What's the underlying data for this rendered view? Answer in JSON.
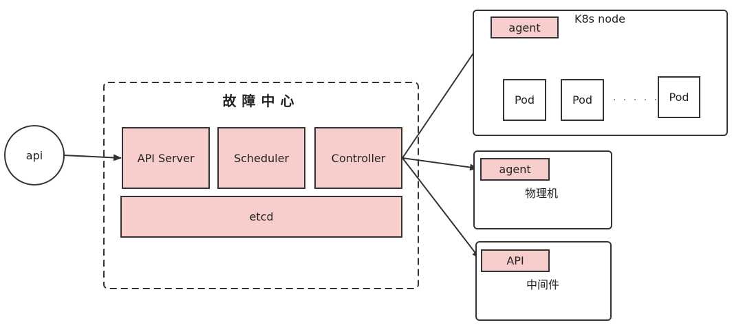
{
  "center": {
    "title": "故障中心",
    "components": [
      "API Server",
      "Scheduler",
      "Controller"
    ],
    "storage": "etcd"
  },
  "client": {
    "label": "api"
  },
  "k8s_node": {
    "title": "K8s node",
    "agent": "agent",
    "pods": [
      "Pod",
      "Pod",
      "Pod"
    ],
    "ellipsis": "· · · · · ·"
  },
  "physical": {
    "agent": "agent",
    "label": "物理机"
  },
  "middleware": {
    "api": "API",
    "label": "中间件"
  },
  "colors": {
    "component_fill": "#f8cecc",
    "stroke": "#333333"
  }
}
